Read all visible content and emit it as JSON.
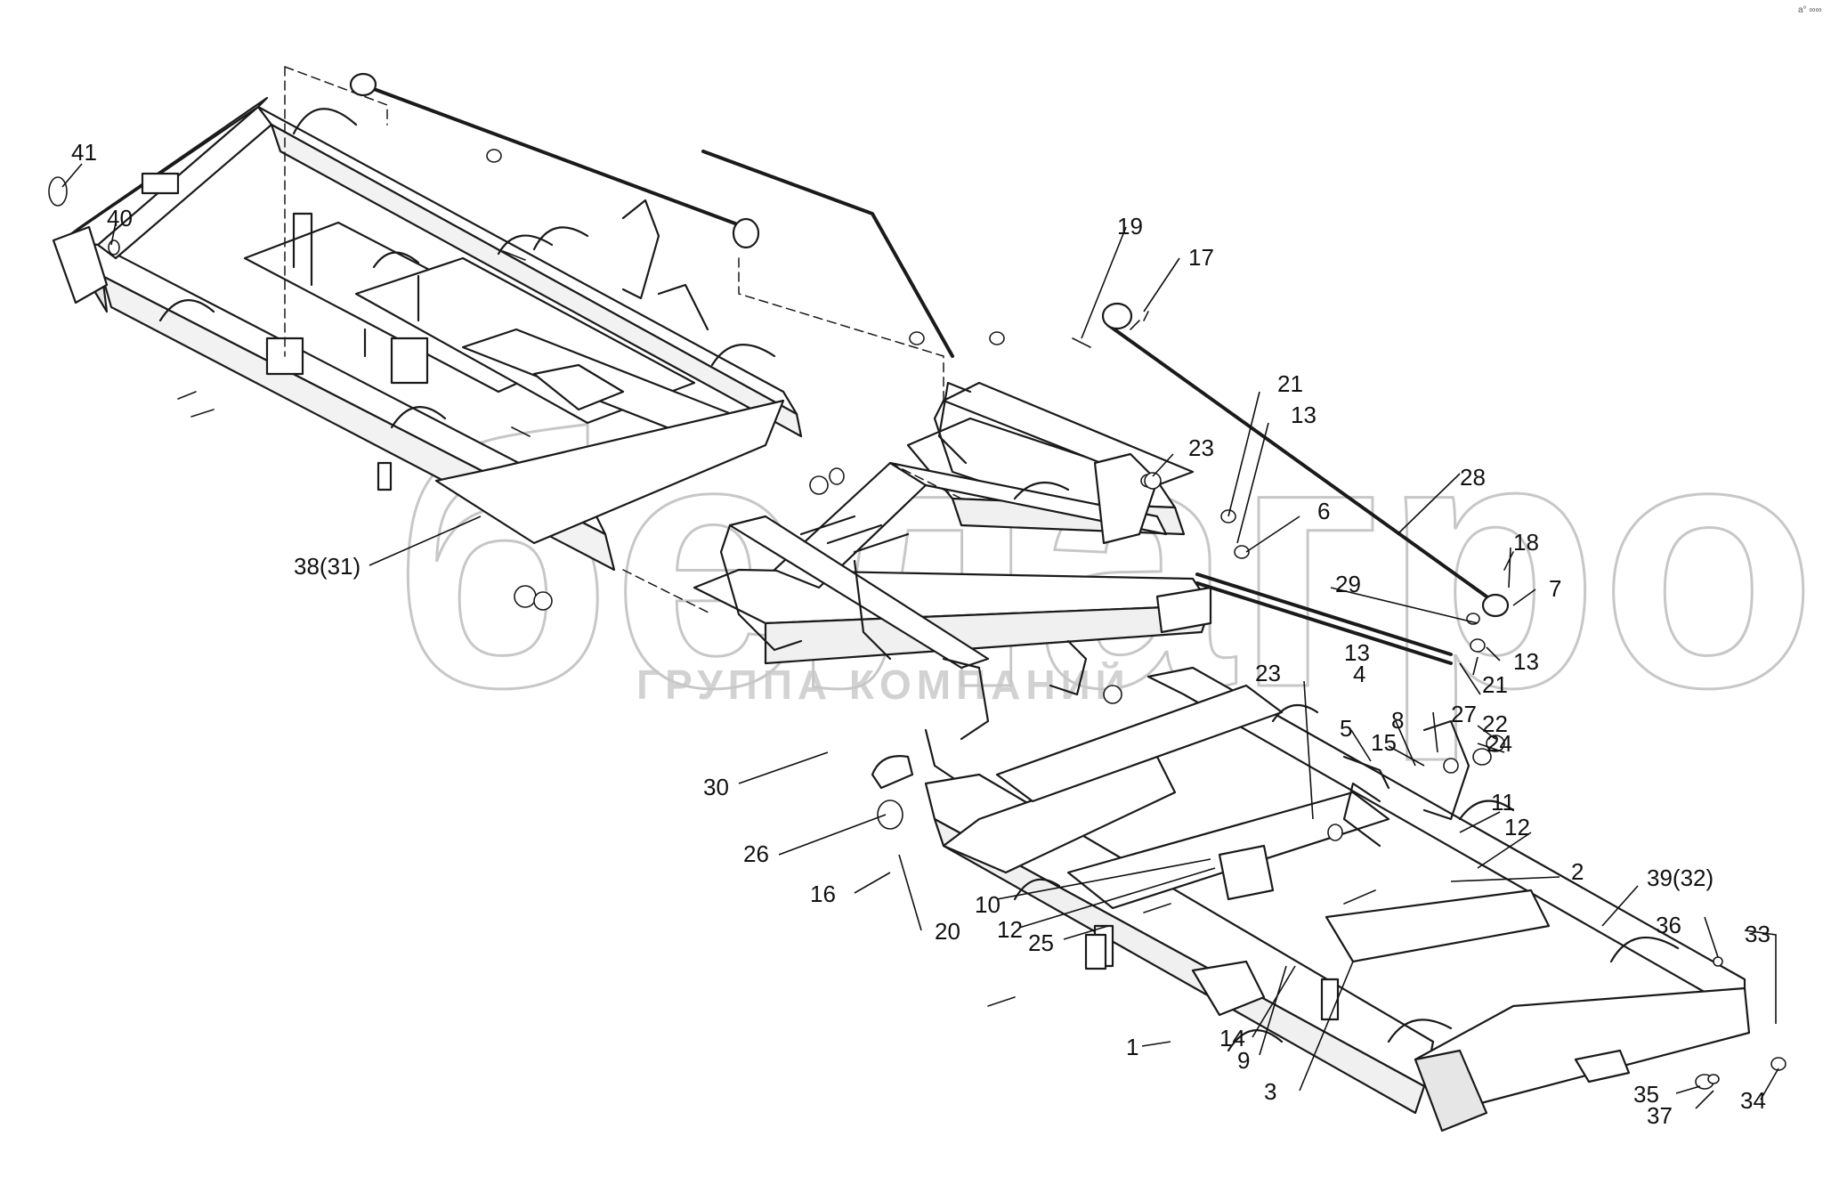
{
  "watermark": {
    "brand": "белагро",
    "subtitle": "ГРУППА КОМПАНИЙ"
  },
  "corner_mark": "a° ∞∞",
  "callouts": [
    {
      "id": "41",
      "label": "41"
    },
    {
      "id": "40",
      "label": "40"
    },
    {
      "id": "19",
      "label": "19"
    },
    {
      "id": "17",
      "label": "17"
    },
    {
      "id": "21a",
      "label": "21"
    },
    {
      "id": "13a",
      "label": "13"
    },
    {
      "id": "23a",
      "label": "23"
    },
    {
      "id": "6",
      "label": "6"
    },
    {
      "id": "28",
      "label": "28"
    },
    {
      "id": "18",
      "label": "18"
    },
    {
      "id": "7",
      "label": "7"
    },
    {
      "id": "29",
      "label": "29"
    },
    {
      "id": "13b",
      "label": "13"
    },
    {
      "id": "13c",
      "label": "13"
    },
    {
      "id": "4",
      "label": "4"
    },
    {
      "id": "21b",
      "label": "21"
    },
    {
      "id": "38",
      "label": "38(31)"
    },
    {
      "id": "23b",
      "label": "23"
    },
    {
      "id": "5",
      "label": "5"
    },
    {
      "id": "8",
      "label": "8"
    },
    {
      "id": "27",
      "label": "27"
    },
    {
      "id": "15",
      "label": "15"
    },
    {
      "id": "22",
      "label": "22"
    },
    {
      "id": "24",
      "label": "24"
    },
    {
      "id": "30",
      "label": "30"
    },
    {
      "id": "11",
      "label": "11"
    },
    {
      "id": "12a",
      "label": "12"
    },
    {
      "id": "2",
      "label": "2"
    },
    {
      "id": "26",
      "label": "26"
    },
    {
      "id": "39",
      "label": "39(32)"
    },
    {
      "id": "16",
      "label": "16"
    },
    {
      "id": "20",
      "label": "20"
    },
    {
      "id": "10",
      "label": "10"
    },
    {
      "id": "12b",
      "label": "12"
    },
    {
      "id": "25",
      "label": "25"
    },
    {
      "id": "36",
      "label": "36"
    },
    {
      "id": "33",
      "label": "33"
    },
    {
      "id": "14",
      "label": "14"
    },
    {
      "id": "1",
      "label": "1"
    },
    {
      "id": "9",
      "label": "9"
    },
    {
      "id": "3",
      "label": "3"
    },
    {
      "id": "35",
      "label": "35"
    },
    {
      "id": "37",
      "label": "37"
    },
    {
      "id": "34",
      "label": "34"
    }
  ]
}
